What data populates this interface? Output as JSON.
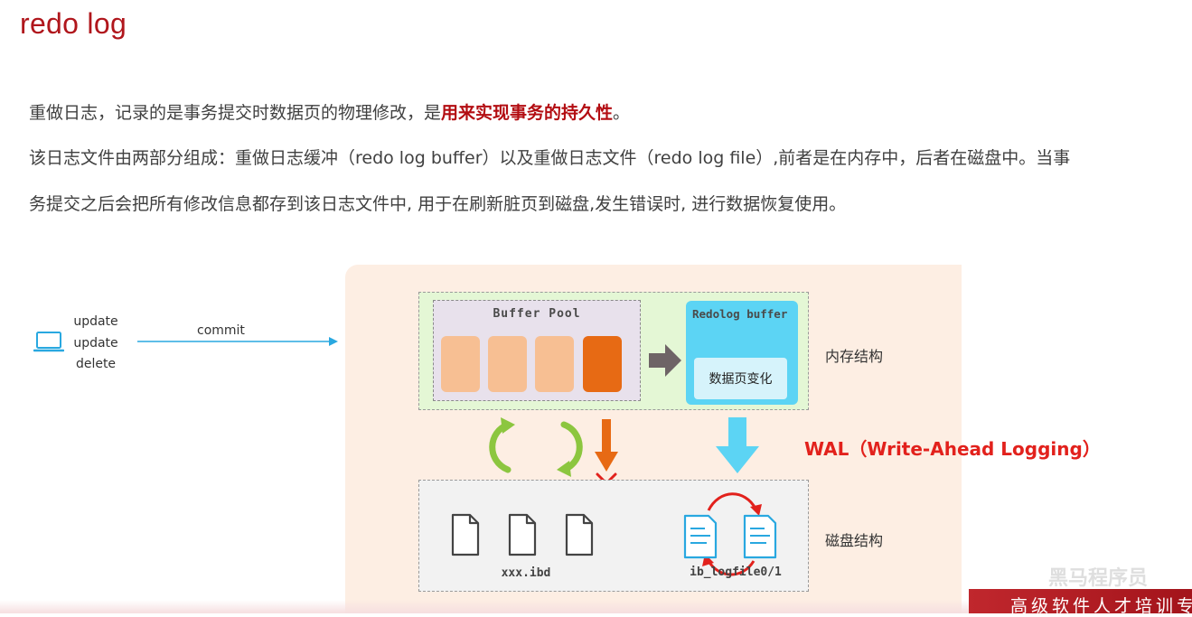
{
  "title": "redo log",
  "paragraph1": {
    "before": "重做日志，记录的是事务提交时数据页的物理修改，是",
    "highlight": "用来实现事务的持久性",
    "after": "。"
  },
  "paragraph2": {
    "line1": "该日志文件由两部分组成：重做日志缓冲（redo log buffer）以及重做日志文件（redo log file）,前者是在内存中，后者在磁盘中。当事",
    "line2": "务提交之后会把所有修改信息都存到该日志文件中, 用于在刷新脏页到磁盘,发生错误时, 进行数据恢复使用。"
  },
  "diagram": {
    "operations": [
      "update",
      "update",
      "delete"
    ],
    "commit_label": "commit",
    "buffer_pool_label": "Buffer Pool",
    "redolog_buffer_label": "Redolog buffer",
    "page_change_label": "数据页变化",
    "memory_label": "内存结构",
    "disk_label": "磁盘结构",
    "wal_label": "WAL（Write-Ahead Logging）",
    "ibd_label": "xxx.ibd",
    "logfile_label": "ib_logfile0/1",
    "colors": {
      "title": "#b0161c",
      "page_clean": "#f7bf93",
      "page_dirty": "#e76a14",
      "redo_buffer": "#5cd4f4",
      "sync_arrows": "#8cc63f",
      "wal_text": "#e2211c",
      "commit_arrow": "#29a8e0"
    }
  },
  "footer": {
    "banner_text": "高级软件人才培训专",
    "watermark": "黑马程序员"
  }
}
